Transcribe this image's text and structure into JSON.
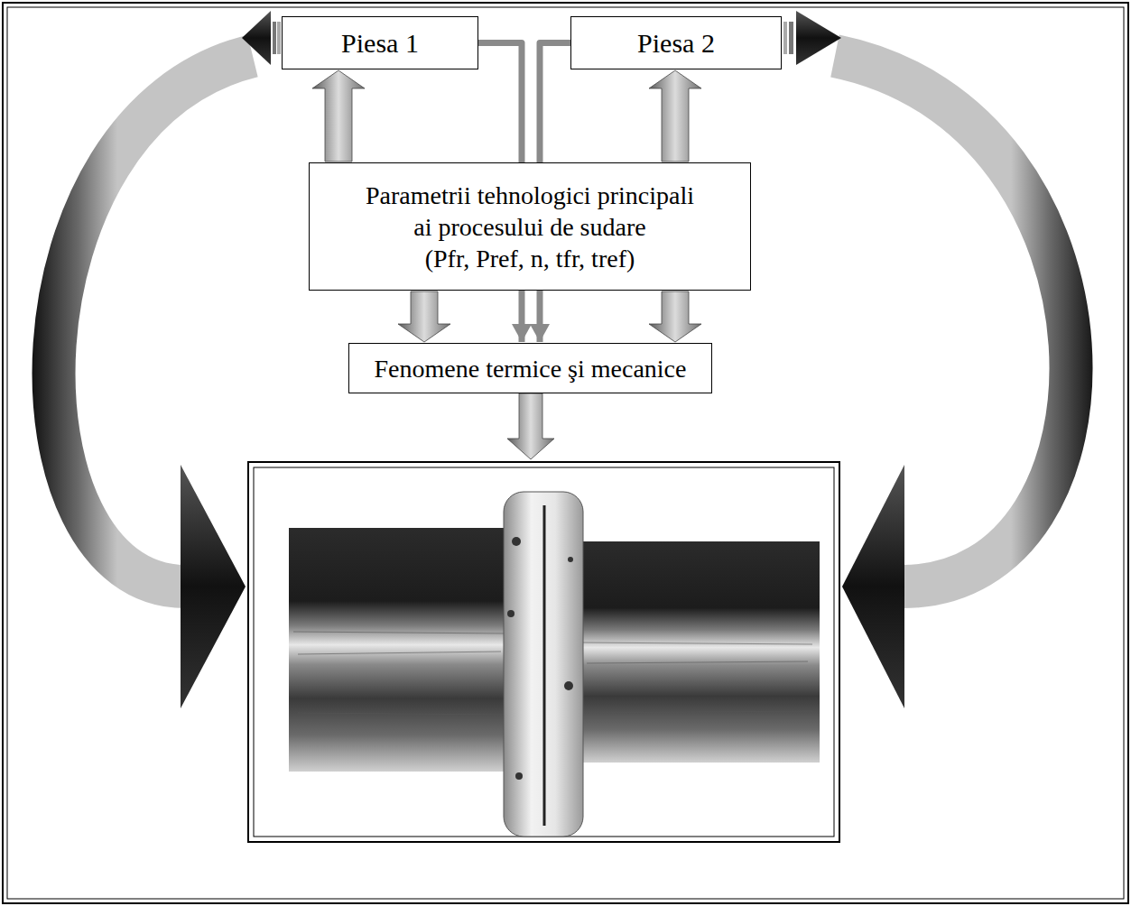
{
  "diagram": {
    "nodes": [
      {
        "text": [
          "Piesa 1"
        ]
      },
      {
        "text": [
          "Piesa 2"
        ]
      },
      {
        "text": [
          "Parametrii tehnologici principali ai procesului de sudare",
          "(Pfr, Pref, n, tfr, tref)"
        ]
      },
      {
        "text": [
          "Fenomene termice şi mecanice"
        ]
      }
    ],
    "edges": [
      {
        "from": 2,
        "to": 0,
        "arrow": "to"
      },
      {
        "from": 2,
        "to": 1,
        "arrow": "to"
      },
      {
        "from": 0,
        "to": 3,
        "arrow": "to"
      },
      {
        "from": 1,
        "to": 3,
        "arrow": "to"
      },
      {
        "from": 2,
        "to": 3,
        "arrow": "to"
      },
      {
        "from": 2,
        "to": 3,
        "arrow": "to"
      }
    ]
  }
}
